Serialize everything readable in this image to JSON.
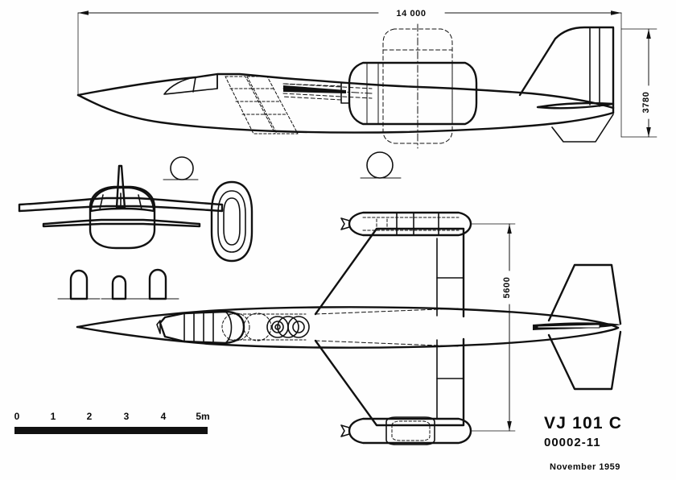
{
  "document": {
    "kind": "technical-drawing",
    "subject": "VJ 101 C",
    "drawing_number": "00002-11",
    "date": "November   1959",
    "background_color": "#fefefe",
    "line_color": "#111111"
  },
  "title_block": {
    "aircraft_designation": "VJ 101 C",
    "drawing_number": "00002-11",
    "date": "November   1959"
  },
  "dimensions": {
    "overall_length": "14 000",
    "overall_height": "3780",
    "wing_span": "5600"
  },
  "scale_bar": {
    "ticks": [
      "0",
      "1",
      "2",
      "3",
      "4",
      "5m"
    ],
    "unit_label": "5m"
  },
  "views": {
    "side": "side-elevation-view",
    "front": "front-elevation-view",
    "plan": "plan-top-view",
    "details": "landing-gear-detail-views"
  }
}
